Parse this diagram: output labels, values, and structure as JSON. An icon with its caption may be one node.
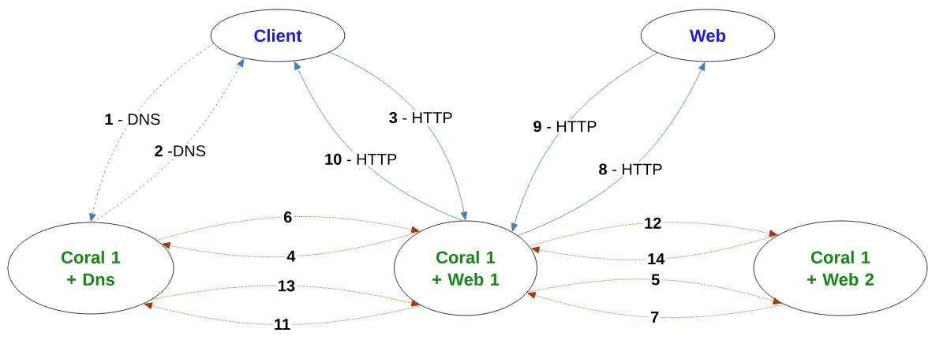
{
  "diagram": {
    "nodes": [
      {
        "text": [
          "Client"
        ]
      },
      {
        "text": [
          "Web"
        ]
      },
      {
        "text": [
          "Coral 1 + Dns"
        ]
      },
      {
        "text": [
          "Coral 1 + Web 1"
        ]
      },
      {
        "text": [
          "Coral 1 + Web 2"
        ]
      }
    ],
    "edges": [
      {
        "from": 0,
        "to": 2,
        "arrow": "to",
        "label": "**1** - DNS",
        "style": "dashed",
        "color": "#4a7ebb"
      },
      {
        "from": 2,
        "to": 0,
        "arrow": "to",
        "label": "**2** -DNS",
        "style": "dashed",
        "color": "#4a7ebb"
      },
      {
        "from": 0,
        "to": 3,
        "arrow": "to",
        "label": "**3** - HTTP",
        "color": "#4a7ebb"
      },
      {
        "from": 3,
        "to": 0,
        "arrow": "to",
        "label": "**10** - HTTP",
        "color": "#4a7ebb"
      },
      {
        "from": 1,
        "to": 3,
        "arrow": "to",
        "label": "**9** - HTTP",
        "color": "#4a7ebb"
      },
      {
        "from": 3,
        "to": 1,
        "arrow": "to",
        "label": "**8** - HTTP",
        "color": "#4a7ebb"
      },
      {
        "from": 2,
        "to": 3,
        "arrow": "to",
        "label": "6",
        "style": "dashed"
      },
      {
        "from": 3,
        "to": 2,
        "arrow": "to",
        "label": "4",
        "style": "dashed"
      },
      {
        "from": 2,
        "to": 3,
        "arrow": "to",
        "label": "13",
        "style": "dashed"
      },
      {
        "from": 3,
        "to": 2,
        "arrow": "to",
        "label": "11",
        "style": "dashed"
      },
      {
        "from": 3,
        "to": 4,
        "arrow": "to",
        "label": "12",
        "style": "dashed"
      },
      {
        "from": 4,
        "to": 3,
        "arrow": "to",
        "label": "14",
        "style": "dashed"
      },
      {
        "from": 3,
        "to": 4,
        "arrow": "to",
        "label": "5",
        "style": "dashed"
      },
      {
        "from": 4,
        "to": 3,
        "arrow": "to",
        "label": "7",
        "style": "dashed"
      }
    ]
  }
}
